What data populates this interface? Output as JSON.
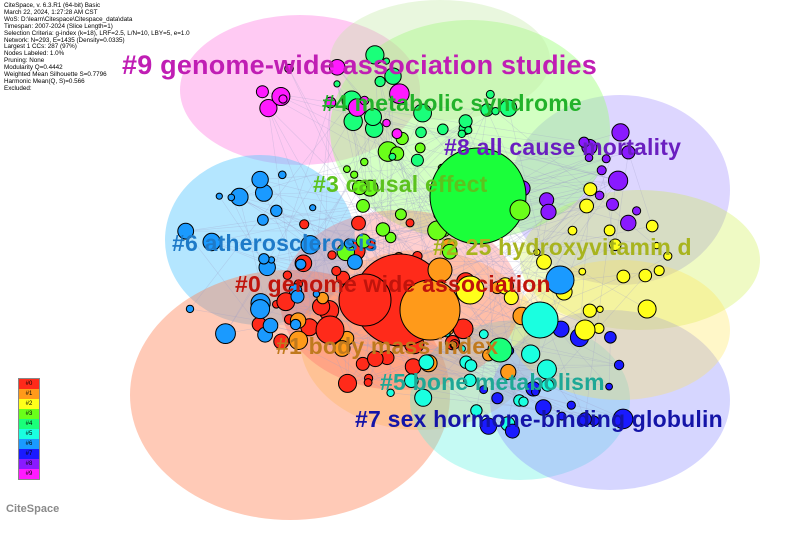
{
  "meta_lines": [
    "CiteSpace, v. 6.3.R1 (64-bit) Basic",
    "March 22, 2024, 1:27:28 AM CST",
    "WoS: D:\\learn\\Citespace\\Citespace_data\\data",
    "Timespan: 2007-2024 (Slice Length=1)",
    "Selection Criteria: g-index (k=18), LRF=2.5, L/N=10, LBY=5, e=1.0",
    "Network: N=293, E=1435 (Density=0.0335)",
    "Largest 1 CCs: 287 (97%)",
    "Nodes Labeled: 1.0%",
    "Pruning: None",
    "Modularity Q=0.4442",
    "Weighted Mean Silhouette S=0.7796",
    "Harmonic Mean(Q, S)=0.566",
    "Excluded:"
  ],
  "clusters": [
    {
      "id": "#0",
      "label": "#0 genome wide association",
      "color": "#c0140c"
    },
    {
      "id": "#1",
      "label": "#1 body mass index",
      "color": "#c07a1e"
    },
    {
      "id": "#2",
      "label": "#2 25 hydroxyvitamin d",
      "color": "#a8b41e"
    },
    {
      "id": "#3",
      "label": "#3 causal effect",
      "color": "#5cc21e"
    },
    {
      "id": "#4",
      "label": "#4 metabolic syndrome",
      "color": "#22b22a"
    },
    {
      "id": "#5",
      "label": "#5 bone metabolism",
      "color": "#1ea896"
    },
    {
      "id": "#6",
      "label": "#6 atherosclerosis",
      "color": "#1e7ac8"
    },
    {
      "id": "#7",
      "label": "#7 sex hormone-binding globulin",
      "color": "#1414a8"
    },
    {
      "id": "#8",
      "label": "#8 all cause mortality",
      "color": "#6a1ec0"
    },
    {
      "id": "#9",
      "label": "#9 genome-wide association studies",
      "color": "#c01eb4"
    }
  ],
  "legend": {
    "items": [
      "#0",
      "#1",
      "#2",
      "#3",
      "#4",
      "#5",
      "#6",
      "#7",
      "#8",
      "#9"
    ],
    "colors": [
      "#ff2a1a",
      "#ff9a1a",
      "#ffff1a",
      "#6aff1a",
      "#1aff7a",
      "#1affe0",
      "#1a9aff",
      "#1a1aff",
      "#8a1aff",
      "#ff1aff"
    ]
  },
  "logo": "CiteSpace"
}
